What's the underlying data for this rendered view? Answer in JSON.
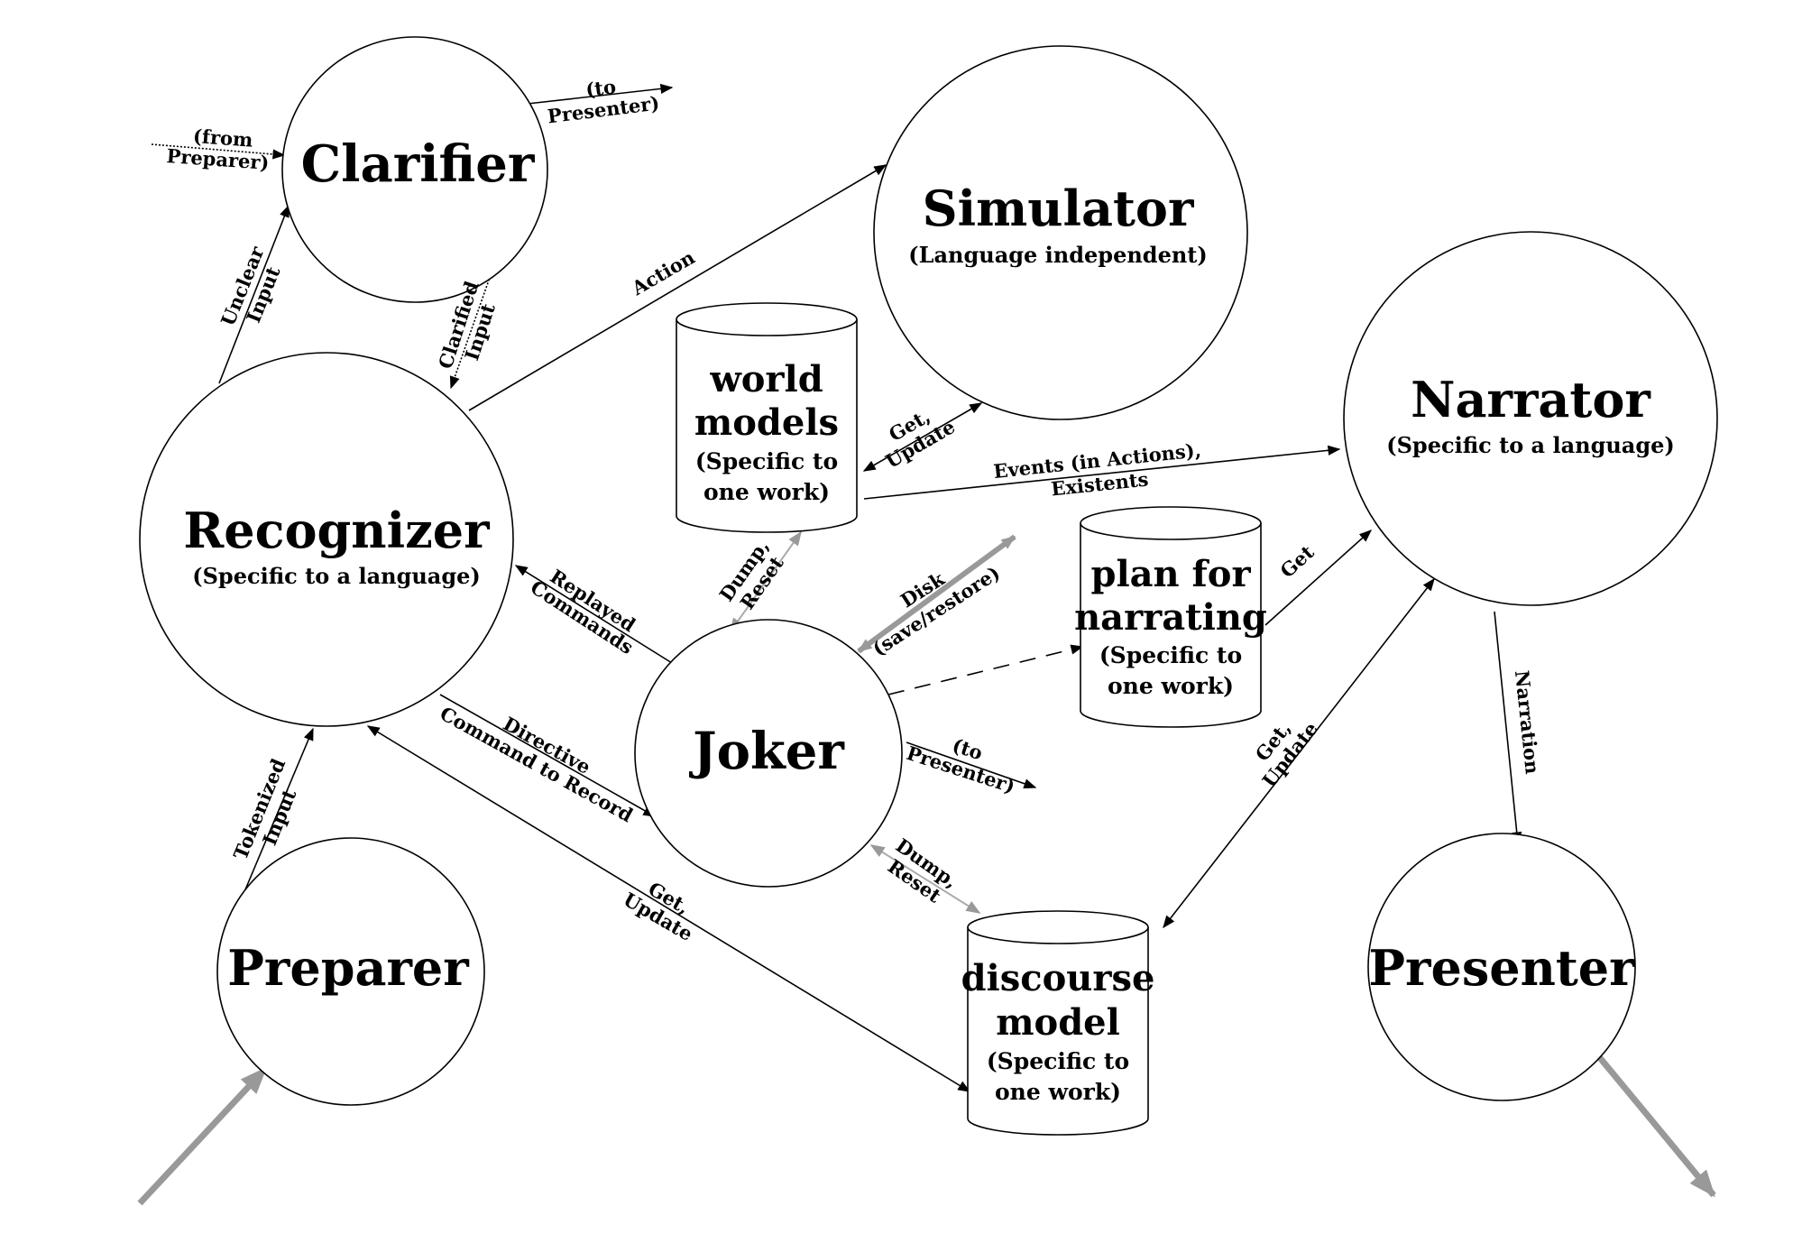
{
  "processes": {
    "clarifier": {
      "name": "Clarifier"
    },
    "simulator": {
      "name": "Simulator",
      "subtitle": "(Language independent)"
    },
    "narrator": {
      "name": "Narrator",
      "subtitle": "(Specific to a language)"
    },
    "recognizer": {
      "name": "Recognizer",
      "subtitle": "(Specific to a language)"
    },
    "joker": {
      "name": "Joker"
    },
    "preparer": {
      "name": "Preparer"
    },
    "presenter": {
      "name": "Presenter"
    }
  },
  "stores": {
    "world_models": {
      "line1": "world",
      "line2": "models",
      "line3": "(Specific to",
      "line4": "one work)"
    },
    "plan_for_narrating": {
      "line1": "plan for",
      "line2": "narrating",
      "line3": "(Specific to",
      "line4": "one work)"
    },
    "discourse_model": {
      "line1": "discourse",
      "line2": "model",
      "line3": "(Specific to",
      "line4": "one work)"
    }
  },
  "edges": {
    "clarifier_to_presenter": {
      "line1": "(to",
      "line2": "Presenter)"
    },
    "from_preparer": {
      "line1": "(from",
      "line2": "Preparer)"
    },
    "unclear_input": {
      "line1": "Unclear",
      "line2": "Input"
    },
    "clarified_input": {
      "line1": "Clarified",
      "line2": "Input"
    },
    "action": {
      "line1": "Action"
    },
    "sim_world": {
      "line1": "Get,",
      "line2": "Update"
    },
    "events": {
      "line1": "Events (in Actions),",
      "line2": "Existents"
    },
    "replayed": {
      "line1": "Replayed",
      "line2": "Commands"
    },
    "joker_world": {
      "line1": "Dump,",
      "line2": "Reset"
    },
    "disk": {
      "line1": "Disk",
      "line2": "(save/restore)"
    },
    "plan_get": {
      "line1": "Get"
    },
    "directive": {
      "line1": "Directive",
      "line2": "Command to Record"
    },
    "joker_to_presenter": {
      "line1": "(to",
      "line2": "Presenter)"
    },
    "narration": {
      "line1": "Narration"
    },
    "narrator_discourse": {
      "line1": "Get,",
      "line2": "Update"
    },
    "joker_discourse": {
      "line1": "Dump,",
      "line2": "Reset"
    },
    "recognizer_discourse": {
      "line1": "Get,",
      "line2": "Update"
    },
    "tokenized_input": {
      "line1": "Tokenized",
      "line2": "Input"
    }
  }
}
